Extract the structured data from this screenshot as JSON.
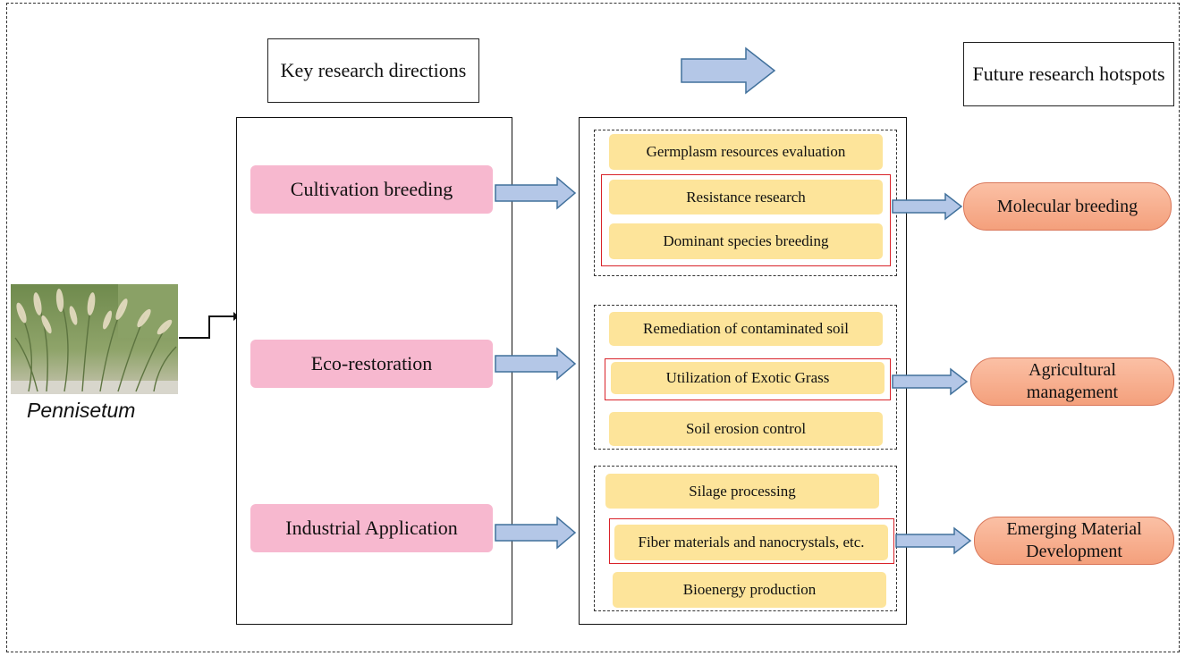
{
  "headers": {
    "key_directions": "Key research directions",
    "future_hotspots": "Future research hotspots"
  },
  "plant": {
    "caption": "Pennisetum"
  },
  "directions": [
    {
      "label": "Cultivation breeding"
    },
    {
      "label": "Eco-restoration"
    },
    {
      "label": "Industrial Application"
    }
  ],
  "groups": [
    {
      "items": [
        "Germplasm resources evaluation",
        "Resistance research",
        "Dominant species breeding"
      ]
    },
    {
      "items": [
        "Remediation of contaminated soil",
        "Utilization of Exotic Grass",
        "Soil erosion control"
      ]
    },
    {
      "items": [
        "Silage processing",
        "Fiber materials and nanocrystals, etc.",
        "Bioenergy production"
      ]
    }
  ],
  "hotspots": [
    {
      "label": "Molecular breeding"
    },
    {
      "label": "Agricultural management"
    },
    {
      "label": "Emerging Material Development"
    }
  ],
  "colors": {
    "pink": "#f7b8cf",
    "yellow": "#fde49a",
    "orange": "#f4a07c",
    "arrow_fill": "#b4c7e7",
    "arrow_stroke": "#41719c",
    "highlight_red": "#d9232a"
  }
}
